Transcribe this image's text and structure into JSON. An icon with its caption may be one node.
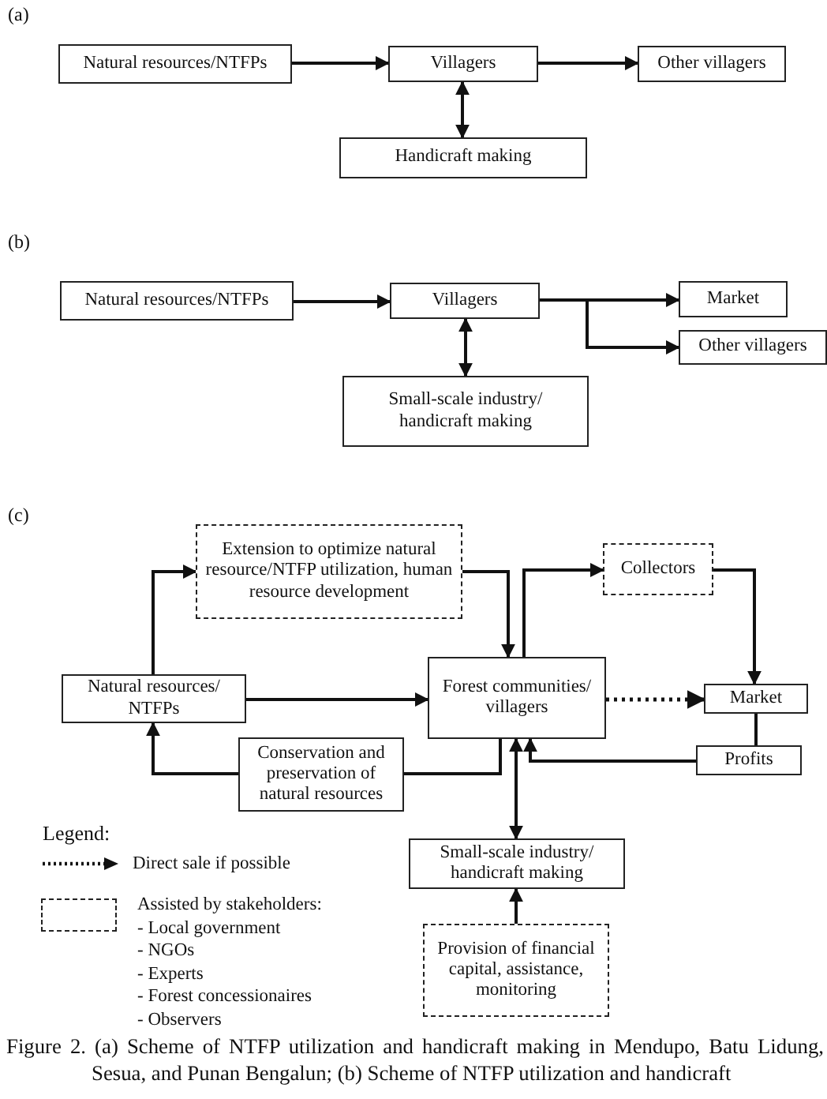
{
  "diagram": {
    "caption": "Figure 2. (a) Scheme of NTFP utilization and handicraft making in Mendupo, Batu Lidung, Sesua, and Punan Bengalun; (b) Scheme of NTFP utilization and handicraft",
    "nodes": [
      {
        "text": [
          "Natural resources/NTFPs"
        ]
      },
      {
        "text": [
          "Villagers"
        ]
      },
      {
        "text": [
          "Other villagers"
        ]
      },
      {
        "text": [
          "Handicraft making"
        ]
      },
      {
        "text": [
          "Natural resources/NTFPs"
        ]
      },
      {
        "text": [
          "Villagers"
        ]
      },
      {
        "text": [
          "Market"
        ]
      },
      {
        "text": [
          "Other villagers"
        ]
      },
      {
        "text": [
          "Small-scale industry/ handicraft making"
        ]
      },
      {
        "text": [
          "Extension to optimize natural resource/NTFP utilization, human resource development"
        ]
      },
      {
        "text": [
          "Collectors"
        ]
      },
      {
        "text": [
          "Natural resources/ NTFPs"
        ]
      },
      {
        "text": [
          "Forest communities/ villagers"
        ]
      },
      {
        "text": [
          "Market"
        ]
      },
      {
        "text": [
          "Conservation and preservation of natural resources"
        ]
      },
      {
        "text": [
          "Profits"
        ]
      },
      {
        "text": [
          "Small-scale industry/ handicraft making"
        ]
      },
      {
        "text": [
          "Provision of financial capital, assistance, monitoring"
        ]
      }
    ],
    "edges": [
      {
        "from": 0,
        "to": 1,
        "arrow": "to"
      },
      {
        "from": 1,
        "to": 2,
        "arrow": "to"
      },
      {
        "from": 1,
        "to": 3,
        "arrow": "both"
      },
      {
        "from": 4,
        "to": 5,
        "arrow": "to"
      },
      {
        "from": 5,
        "to": 6,
        "arrow": "to"
      },
      {
        "from": 5,
        "to": 7,
        "arrow": "to"
      },
      {
        "from": 5,
        "to": 8,
        "arrow": "both"
      },
      {
        "from": 11,
        "to": 9,
        "arrow": "to"
      },
      {
        "from": 9,
        "to": 12,
        "arrow": "to"
      },
      {
        "from": 12,
        "to": 10,
        "arrow": "to"
      },
      {
        "from": 10,
        "to": 13,
        "arrow": "to"
      },
      {
        "from": 11,
        "to": 12,
        "arrow": "to"
      },
      {
        "from": 12,
        "to": 13,
        "arrow": "to",
        "style": "dashed"
      },
      {
        "from": 12,
        "to": 14,
        "arrow": "none"
      },
      {
        "from": 14,
        "to": 11,
        "arrow": "to"
      },
      {
        "from": 13,
        "to": 15,
        "arrow": "none"
      },
      {
        "from": 15,
        "to": 12,
        "arrow": "to"
      },
      {
        "from": 12,
        "to": 16,
        "arrow": "both"
      },
      {
        "from": 17,
        "to": 16,
        "arrow": "to"
      }
    ],
    "labels": [
      "(a)",
      "(b)",
      "(c)",
      "Legend:",
      "- Local government",
      "- NGOs",
      "- Experts",
      "- Forest concessionaires",
      "- Observers"
    ],
    "legend": [
      {
        "text": "Direct sale if possible"
      },
      {
        "text": "Assisted by stakeholders:"
      }
    ]
  }
}
